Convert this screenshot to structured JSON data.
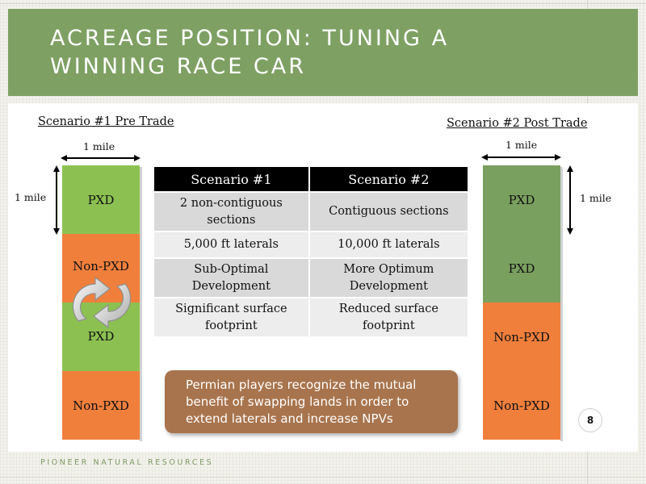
{
  "title": "ACREAGE POSITION: TUNING A\nWINNING RACE CAR",
  "footer": "PIONEER NATURAL RESOURCES",
  "page_number": "8",
  "colors": {
    "title_band": "#7ea163",
    "pxd_light": "#8cc152",
    "pxd_dark": "#7aa05f",
    "non_pxd": "#f07f3c",
    "callout": "#a8744d"
  },
  "left": {
    "heading": "Scenario #1 Pre Trade",
    "width_label": "1 mile",
    "height_label": "1 mile",
    "blocks": [
      "PXD",
      "Non-PXD",
      "PXD",
      "Non-PXD"
    ],
    "swap_icon": "circular-swap-arrows-icon"
  },
  "right": {
    "heading": "Scenario #2 Post Trade",
    "width_label": "1 mile",
    "height_label": "1 mile",
    "blocks": [
      "PXD",
      "PXD",
      "Non-PXD",
      "Non-PXD"
    ]
  },
  "table": {
    "headers": [
      "Scenario #1",
      "Scenario #2"
    ],
    "rows": [
      [
        "2 non-contiguous sections",
        "Contiguous sections"
      ],
      [
        "5,000 ft laterals",
        "10,000 ft laterals"
      ],
      [
        "Sub-Optimal Development",
        "More Optimum Development"
      ],
      [
        "Significant surface footprint",
        "Reduced surface footprint"
      ]
    ]
  },
  "callout": "Permian players recognize the mutual benefit of swapping lands in order to extend laterals and increase NPVs"
}
